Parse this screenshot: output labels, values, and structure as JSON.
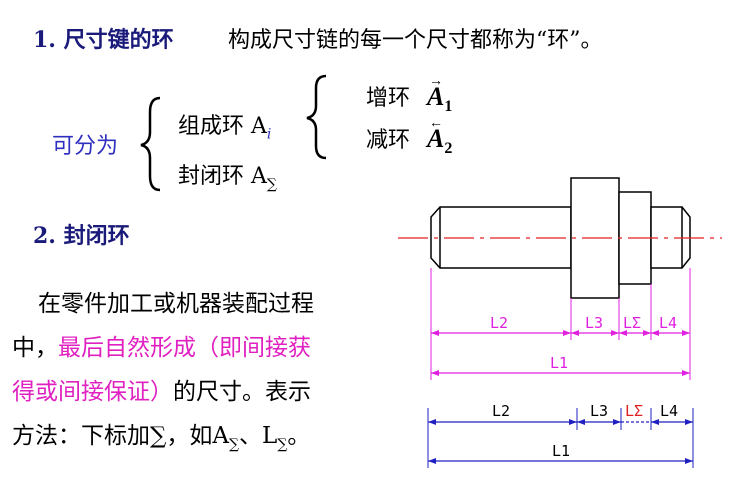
{
  "section1": {
    "heading": "1. 尺寸键的环",
    "definition": "构成尺寸链的每一个尺寸都称为“环”。"
  },
  "classification": {
    "label": "可分为",
    "component": {
      "text": "组成环 A",
      "sub": "i"
    },
    "closing": {
      "text": "封闭环 A",
      "sub": "∑"
    },
    "increase": {
      "text": "增环",
      "symbol": "A",
      "sub": "1"
    },
    "decrease": {
      "text": "减环",
      "symbol": "A",
      "sub": "2"
    }
  },
  "section2": {
    "heading": "2. 封闭环",
    "line1": "在零件加工或机器装配过程",
    "line2_prefix": "中，",
    "line2_highlight": "最后自然形成（即间接获",
    "line3_highlight": "得或间接保证）",
    "line3_suffix": "的尺寸。表示",
    "line4_prefix": "方法：下标加∑，如A",
    "line4_sub1": "∑",
    "line4_mid": "、L",
    "line4_sub2": "∑",
    "line4_end": "。"
  },
  "diagram": {
    "upper_labels": {
      "l2": "L2",
      "l3": "L3",
      "lsum": "LΣ",
      "l4": "L4",
      "l1": "L1"
    },
    "lower_labels": {
      "l2": "L2",
      "l3": "L3",
      "lsum": "LΣ",
      "l4": "L4",
      "l1": "L1"
    },
    "colors": {
      "upper_dims": "#e020e0",
      "lower_dims": "#2020c0",
      "centerline": "#e02020",
      "highlight": "#e02020"
    }
  }
}
